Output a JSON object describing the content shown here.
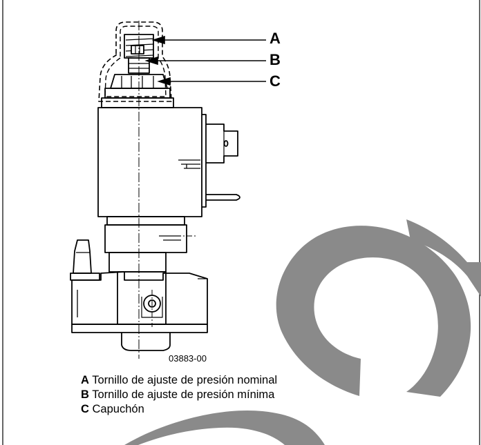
{
  "figure": {
    "code": "03883-00",
    "callouts": [
      {
        "letter": "A"
      },
      {
        "letter": "B"
      },
      {
        "letter": "C"
      }
    ]
  },
  "legend": [
    {
      "key": "A",
      "text": "Tornillo de ajuste de presión nominal"
    },
    {
      "key": "B",
      "text": "Tornillo de ajuste de presión mínima"
    },
    {
      "key": "C",
      "text": "Capuchón"
    }
  ],
  "colors": {
    "ink": "#000000",
    "paper": "#ffffff",
    "overlay_mark": "#8a8a8a"
  }
}
